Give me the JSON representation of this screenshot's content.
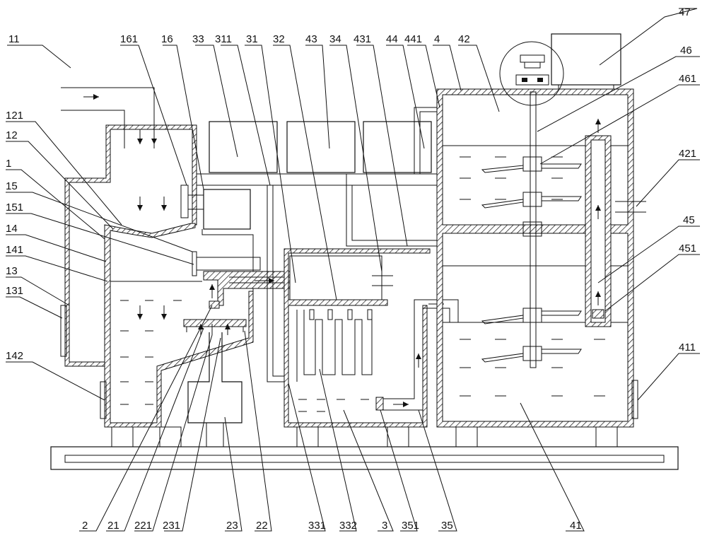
{
  "colors": {
    "line": "#111111",
    "hatch": "#111111",
    "background": "#ffffff"
  },
  "labels_top": [
    "11",
    "161",
    "16",
    "33",
    "311",
    "31",
    "32",
    "43",
    "34",
    "431",
    "44",
    "441",
    "4",
    "42",
    "47"
  ],
  "labels_left": [
    "121",
    "12",
    "1",
    "15",
    "151",
    "14",
    "141",
    "13",
    "131",
    "142"
  ],
  "labels_right": [
    "46",
    "461",
    "421",
    "45",
    "451",
    "411"
  ],
  "labels_bottom": [
    "2",
    "21",
    "221",
    "231",
    "23",
    "22",
    "331",
    "332",
    "3",
    "351",
    "35",
    "41"
  ]
}
